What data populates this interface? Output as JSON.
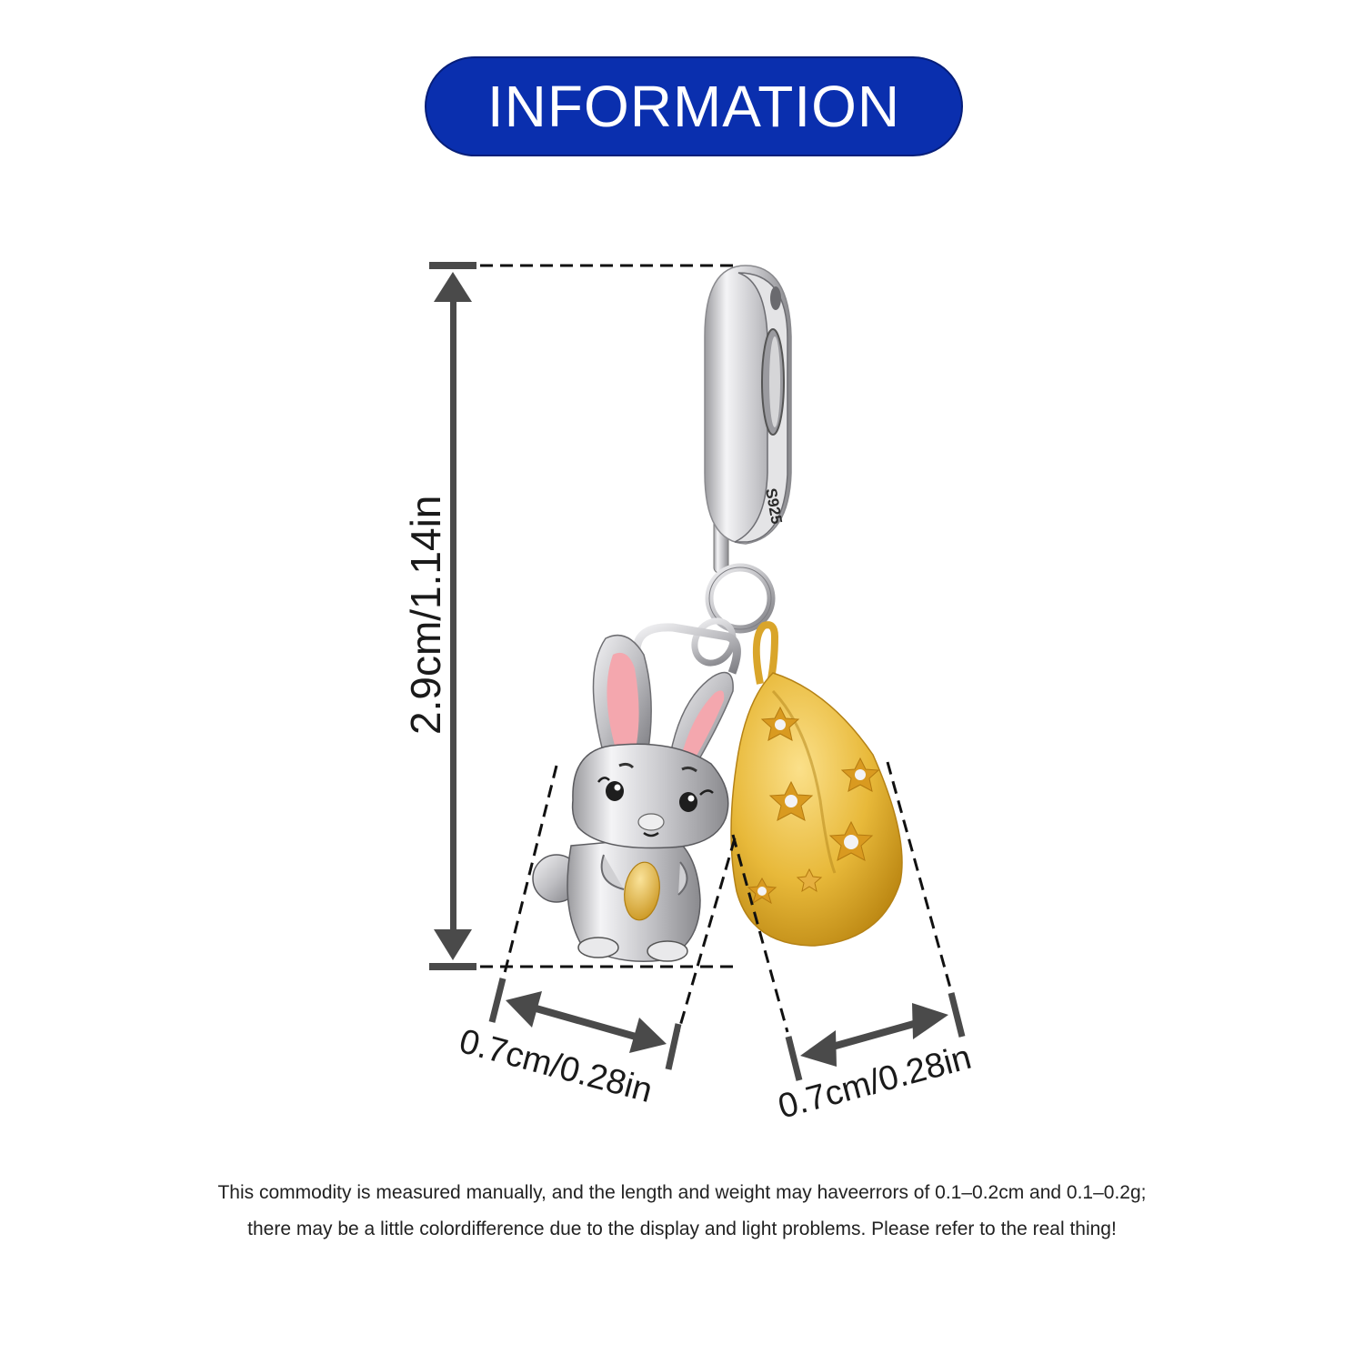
{
  "header": {
    "title": "INFORMATION",
    "banner_color": "#0a2fae"
  },
  "dimensions": {
    "height_label": "2.9cm/1.14in",
    "width_left_label": "0.7cm/0.28in",
    "width_right_label": "0.7cm/0.28in",
    "line_color": "#4a4a4a"
  },
  "product": {
    "clasp_engraving": "S925",
    "charm_left": "silver-bunny-holding-gold-egg",
    "charm_right": "gold-egg-with-cz-stars",
    "silver_color": "#c9c9cc",
    "gold_color": "#e8b93a",
    "pink_color": "#f4a7ae"
  },
  "disclaimer": {
    "line1": "This commodity is measured manually, and the length and weight may haveerrors of 0.1–0.2cm and 0.1–0.2g;",
    "line2": "there may be a little colordifference due to the display and light problems. Please refer to the real thing!"
  }
}
